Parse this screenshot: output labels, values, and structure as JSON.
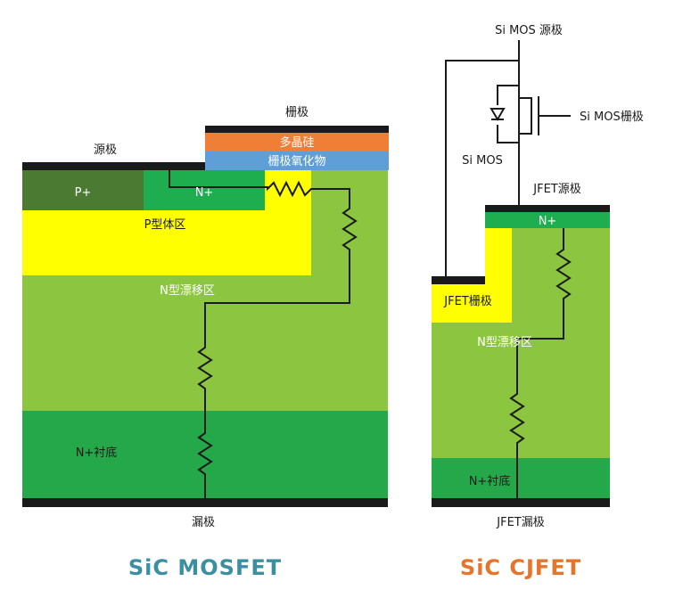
{
  "colors": {
    "drift": "#8cc641",
    "substrate": "#25a84a",
    "nplus": "#1fae4f",
    "pplus": "#4b7a33",
    "pbody": "#ffff00",
    "poly": "#ef7f36",
    "oxide": "#5d9fd6",
    "metal": "#1a1a1a",
    "mosfet_title": "#3b8fa1",
    "cjfet_title": "#e5752a"
  },
  "mosfet": {
    "source": "源极",
    "gate": "栅极",
    "poly": "多晶硅",
    "oxide": "栅极氧化物",
    "pplus": "P+",
    "nplus": "N+",
    "pbody": "P型体区",
    "drift": "N型漂移区",
    "substrate": "N+衬底",
    "drain": "漏极",
    "title": "SiC MOSFET"
  },
  "cjfet": {
    "si_mos_source": "Si MOS 源极",
    "si_mos_gate": "Si MOS栅极",
    "si_mos": "Si MOS",
    "jfet_source": "JFET源极",
    "nplus": "N+",
    "jfet_gate": "JFET栅极",
    "drift": "N型漂移区",
    "substrate": "N+衬底",
    "drain": "JFET漏极",
    "title": "SiC CJFET"
  }
}
